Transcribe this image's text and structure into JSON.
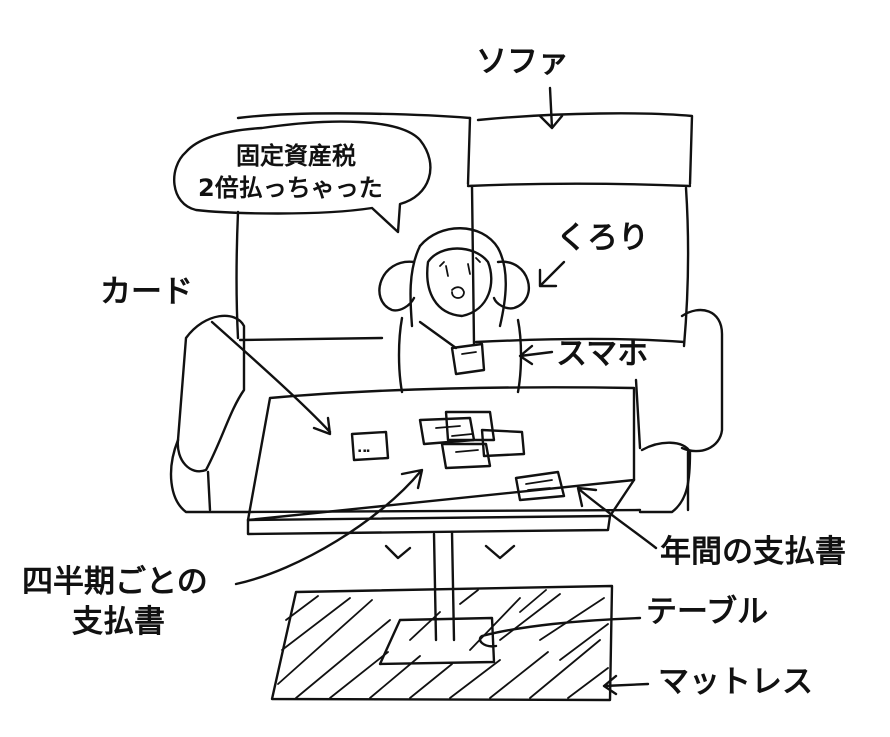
{
  "labels": {
    "sofa": "ソファ",
    "character": "くろり",
    "card": "カード",
    "smartphone": "スマホ",
    "annual_statement": "年間の支払書",
    "quarterly_statement_line1": "四半期ごとの",
    "quarterly_statement_line2": "支払書",
    "table": "テーブル",
    "mattress": "マットレス"
  },
  "speech_bubble": {
    "line1": "固定資産税",
    "line2": "2倍払っちゃった"
  },
  "colors": {
    "ink": "#111111",
    "paper": "#ffffff"
  }
}
